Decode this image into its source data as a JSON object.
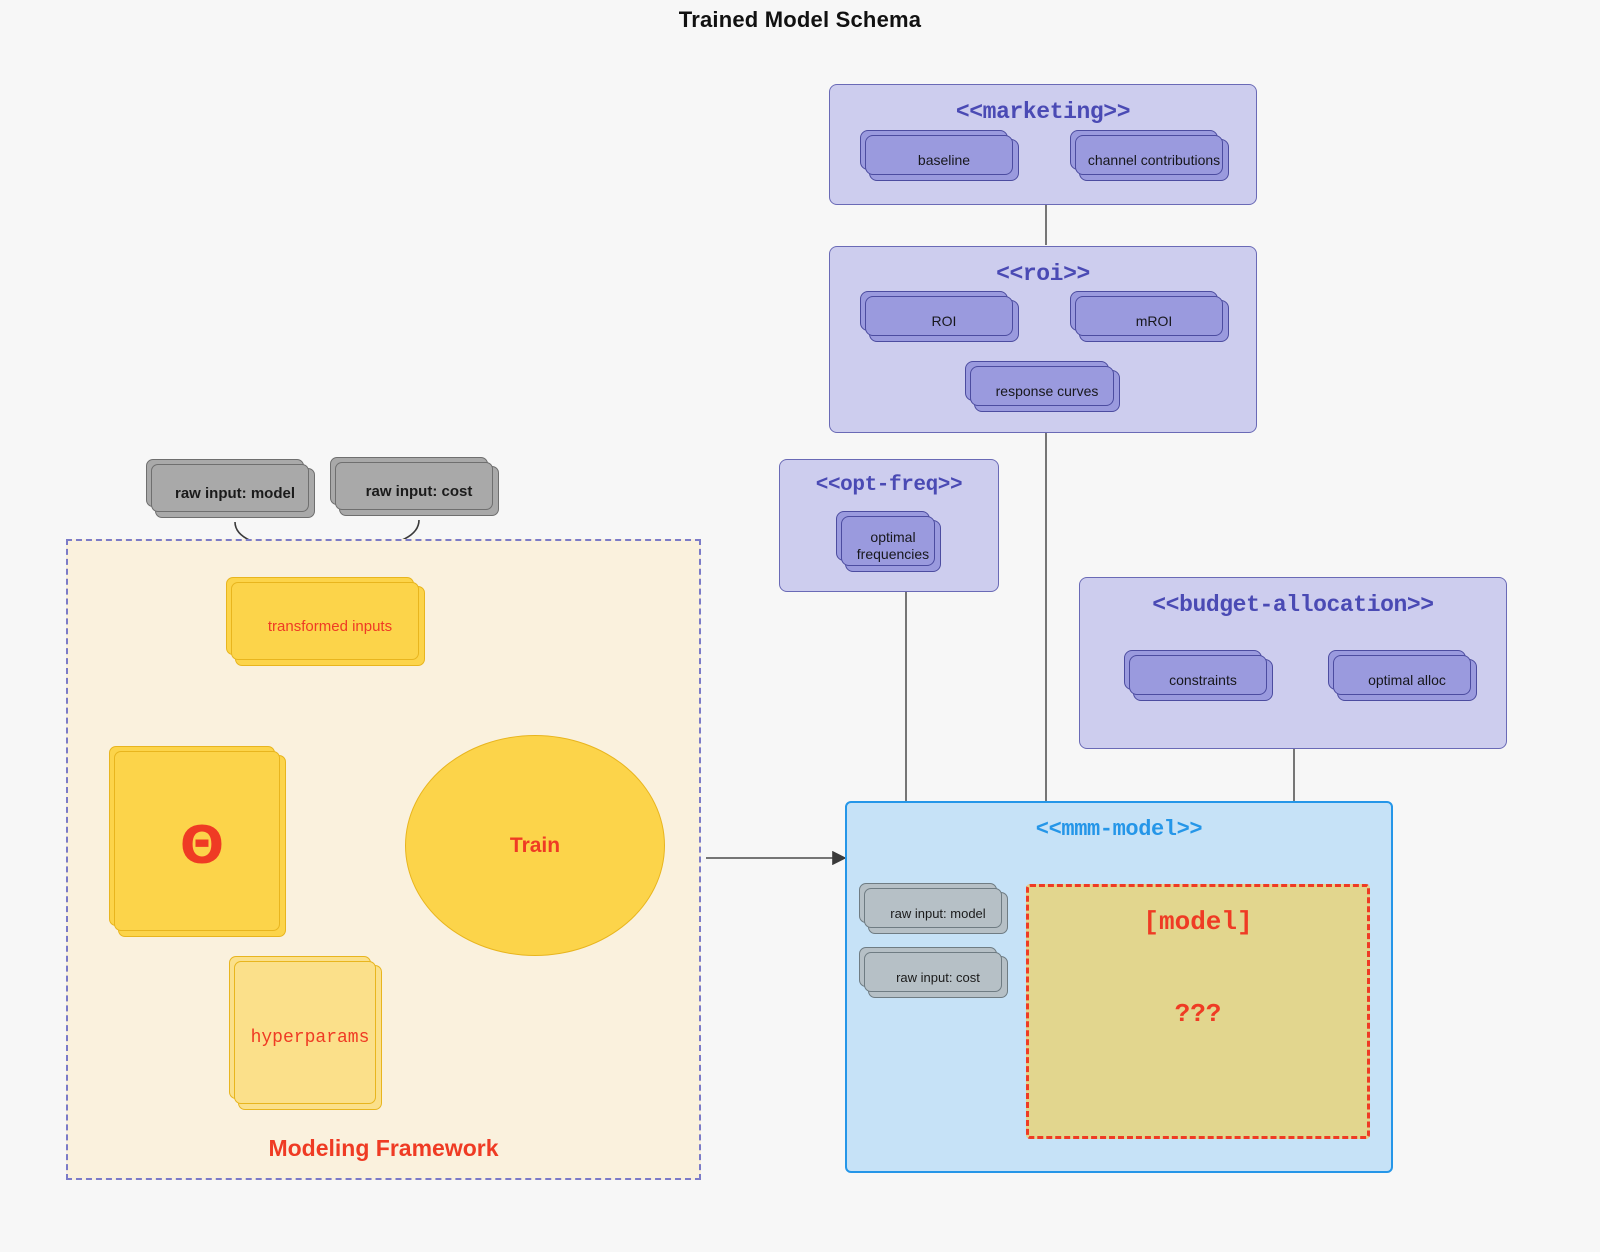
{
  "title": "Trained Model Schema",
  "colors": {
    "background": "#f7f7f7",
    "package_fill": "#cdcdee",
    "package_border": "#6a6ab6",
    "package_title": "#4a4ab4",
    "purple_card_fill": "#9a9ade",
    "purple_card_border": "#4c4ca0",
    "gray_card_fill": "#a9a9a9",
    "gray_card_border": "#6f6f6f",
    "yellow_fill": "#fcd44a",
    "yellow_border": "#e8b51e",
    "yellow_pale_fill": "#fbe08a",
    "accent_red": "#ef3b24",
    "mmm_fill": "#c6e2f7",
    "mmm_border": "#2596e8",
    "framework_fill": "#faf1dd",
    "framework_border": "#7b7bc8",
    "model_placeholder_fill": "#e2d68e"
  },
  "packages": {
    "marketing": {
      "title": "<<marketing>>",
      "nodes": [
        {
          "label": "baseline"
        },
        {
          "label": "channel contributions"
        }
      ]
    },
    "roi": {
      "title": "<<roi>>",
      "nodes": [
        {
          "label": "ROI"
        },
        {
          "label": "mROI"
        },
        {
          "label": "response curves"
        }
      ]
    },
    "opt_freq": {
      "title": "<<opt-freq>>",
      "nodes": [
        {
          "label": "optimal\nfrequencies",
          "line1": "optimal",
          "line2": "frequencies"
        }
      ]
    },
    "budget_allocation": {
      "title": "<<budget-allocation>>",
      "nodes": [
        {
          "label": "constraints"
        },
        {
          "label": "optimal alloc"
        }
      ]
    },
    "mmm_model": {
      "title": "<<mmm-model>>",
      "nodes": [
        {
          "label": "raw input: model"
        },
        {
          "label": "raw input: cost"
        }
      ],
      "placeholder": {
        "main_label": "[model]",
        "sub_label": "???"
      }
    }
  },
  "modeling_framework": {
    "label": "Modeling Framework",
    "raw_inputs": [
      {
        "label": "raw input: model"
      },
      {
        "label": "raw input: cost"
      }
    ],
    "transformed_inputs": {
      "label": "transformed inputs"
    },
    "theta": {
      "label": "Θ"
    },
    "hyperparams": {
      "label": "hyperparams"
    },
    "train": {
      "label": "Train"
    }
  }
}
